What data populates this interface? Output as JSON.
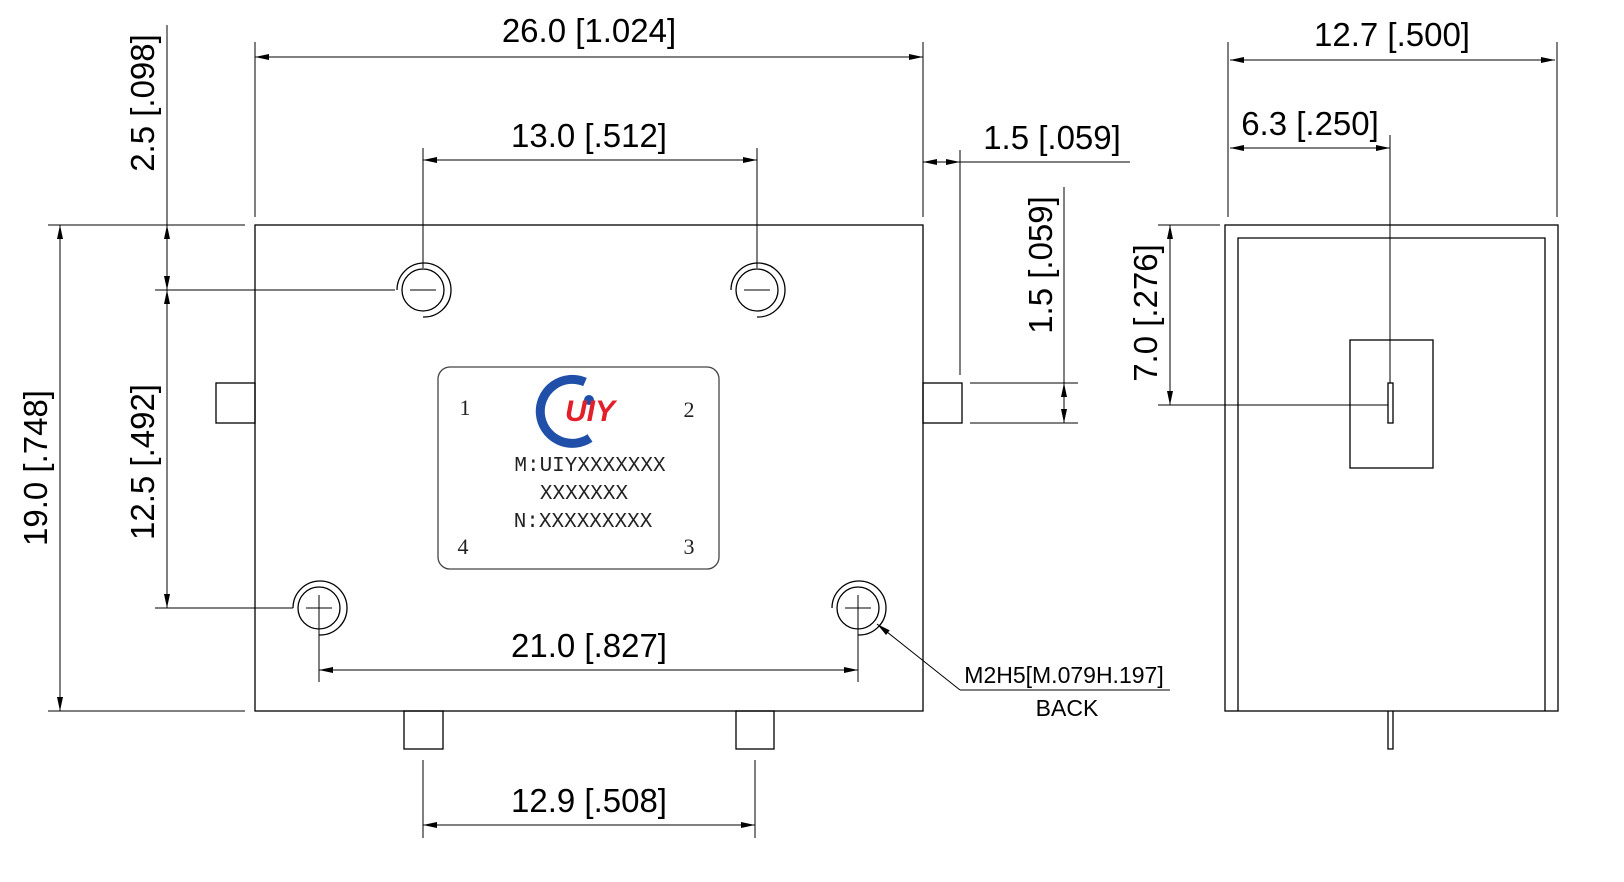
{
  "dimensions": {
    "overall_width": "26.0 [1.024]",
    "top_edge_to_hole": "2.5 [.098]",
    "hole_spacing_top": "13.0 [.512]",
    "port_protrusion": "1.5 [.059]",
    "port_height": "1.5 [.059]",
    "hole_vertical_spacing": "12.5 [.492]",
    "overall_height": "19.0 [.748]",
    "hole_spacing_bottom": "21.0 [.827]",
    "bottom_port_spacing": "12.9 [.508]",
    "side_width": "12.7 [.500]",
    "side_pin_offset": "6.3 [.250]",
    "side_pin_height": "7.0 [.276]"
  },
  "callout": {
    "thread": "M2H5[M.079H.197]",
    "side": "BACK"
  },
  "label": {
    "logo_text": "UIY",
    "model_line1": "M:UIYXXXXXXX",
    "model_line2": "XXXXXXX",
    "serial": "N:XXXXXXXXX",
    "ports": [
      "1",
      "2",
      "3",
      "4"
    ]
  },
  "colors": {
    "logo_blue": "#1f4fa8",
    "logo_red": "#e3202a"
  }
}
